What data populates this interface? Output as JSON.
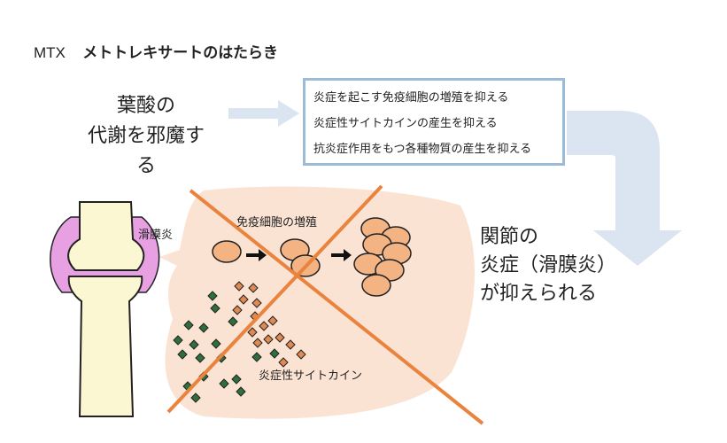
{
  "title": {
    "prefix": "MTX",
    "main": "メトトレキサートのはたらき"
  },
  "left_text": [
    "葉酸の",
    "代謝を邪魔する"
  ],
  "effects": [
    "炎症を起こす免疫細胞の増殖を抑える",
    "炎症性サイトカインの産生を抑える",
    "抗炎症作用をもつ各種物質の産生を抑える"
  ],
  "result_text": [
    "関節の",
    "炎症（滑膜炎）",
    "が抑えられる"
  ],
  "labels": {
    "synovitis": "滑膜炎",
    "immune_cell_proliferation": "免疫細胞の増殖",
    "cytokines": "炎症性サイトカイン"
  },
  "colors": {
    "box_border": "#9bbbd8",
    "arrow": "#dbe4f1",
    "bubble": "#fbe3d3",
    "cell": "#f4b383",
    "cross": "#e9833e",
    "synovium": "#e7a0e2",
    "bone": "#fbf7d2",
    "cytokine": "#2f6f3e"
  }
}
